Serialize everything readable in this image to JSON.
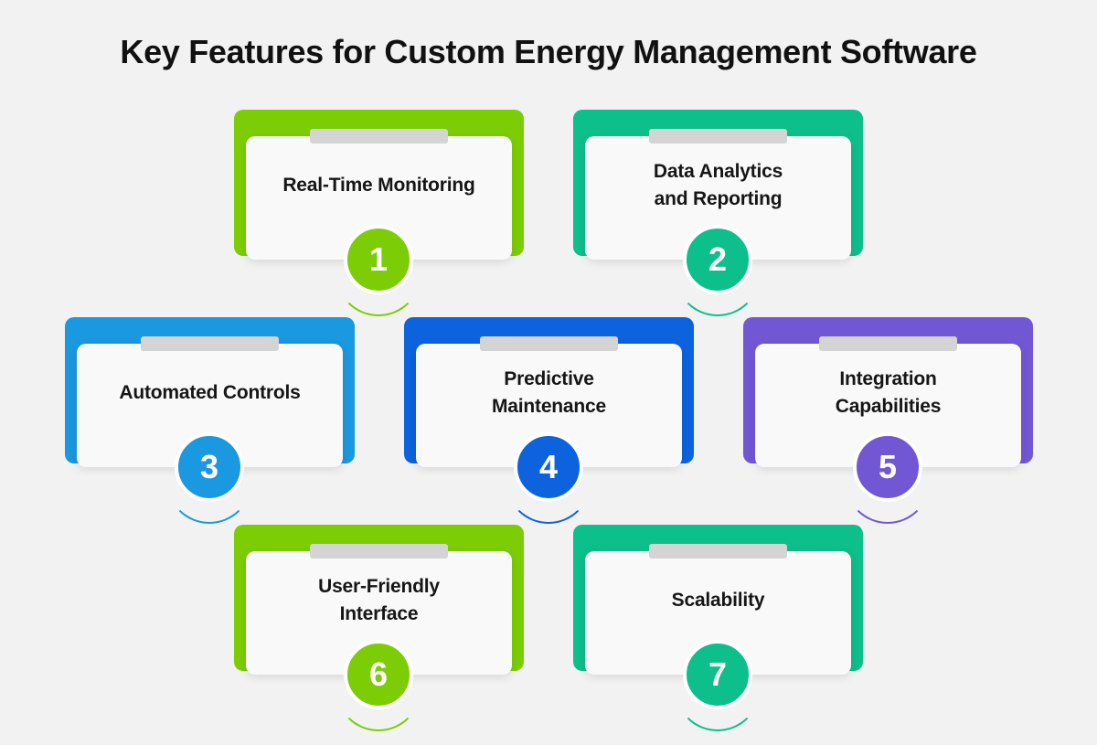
{
  "title": "Key Features for Custom Energy Management Software",
  "colors": {
    "green": "#7ccd05",
    "teal": "#0dbf8b",
    "sky": "#1a98e0",
    "blue": "#0d63de",
    "purple": "#7257d4"
  },
  "features": [
    {
      "number": "1",
      "label": "Real-Time Monitoring",
      "color": "#7ccd05"
    },
    {
      "number": "2",
      "label": "Data Analytics\nand Reporting",
      "color": "#0dbf8b"
    },
    {
      "number": "3",
      "label": "Automated Controls",
      "color": "#1a98e0"
    },
    {
      "number": "4",
      "label": "Predictive\nMaintenance",
      "color": "#0d63de"
    },
    {
      "number": "5",
      "label": "Integration\nCapabilities",
      "color": "#7257d4"
    },
    {
      "number": "6",
      "label": "User-Friendly\nInterface",
      "color": "#7ccd05"
    },
    {
      "number": "7",
      "label": "Scalability",
      "color": "#0dbf8b"
    }
  ]
}
